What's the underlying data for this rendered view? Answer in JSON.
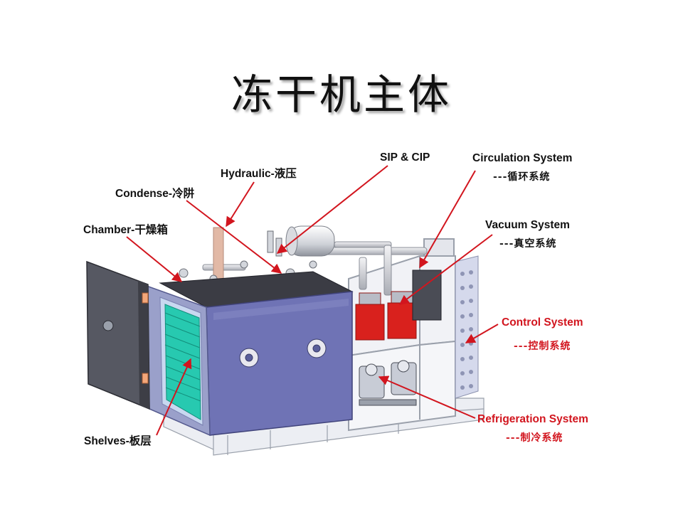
{
  "title": "冻干机主体",
  "labels": {
    "hydraulic": "Hydraulic-液压",
    "condense": "Condense-冷阱",
    "chamber": "Chamber-干燥箱",
    "shelves": "Shelves-板层",
    "sip_cip": "SIP & CIP",
    "circulation": "Circulation System",
    "circulation_cn": "---循环系统",
    "vacuum": "Vacuum System",
    "vacuum_cn": "---真空系统",
    "control": "Control System",
    "control_cn": "---控制系统",
    "refrigeration": "Refrigeration System",
    "refrigeration_cn": "---制冷系统"
  },
  "colors": {
    "arrow": "#d2151e",
    "chamber_body": "#6f73b5",
    "machine_frame": "#e8eaf0",
    "red_units": "#d9211d",
    "control_panel": "#d5d9ec",
    "shelves": "#27c9b0",
    "top_panel": "#3b3c44"
  }
}
